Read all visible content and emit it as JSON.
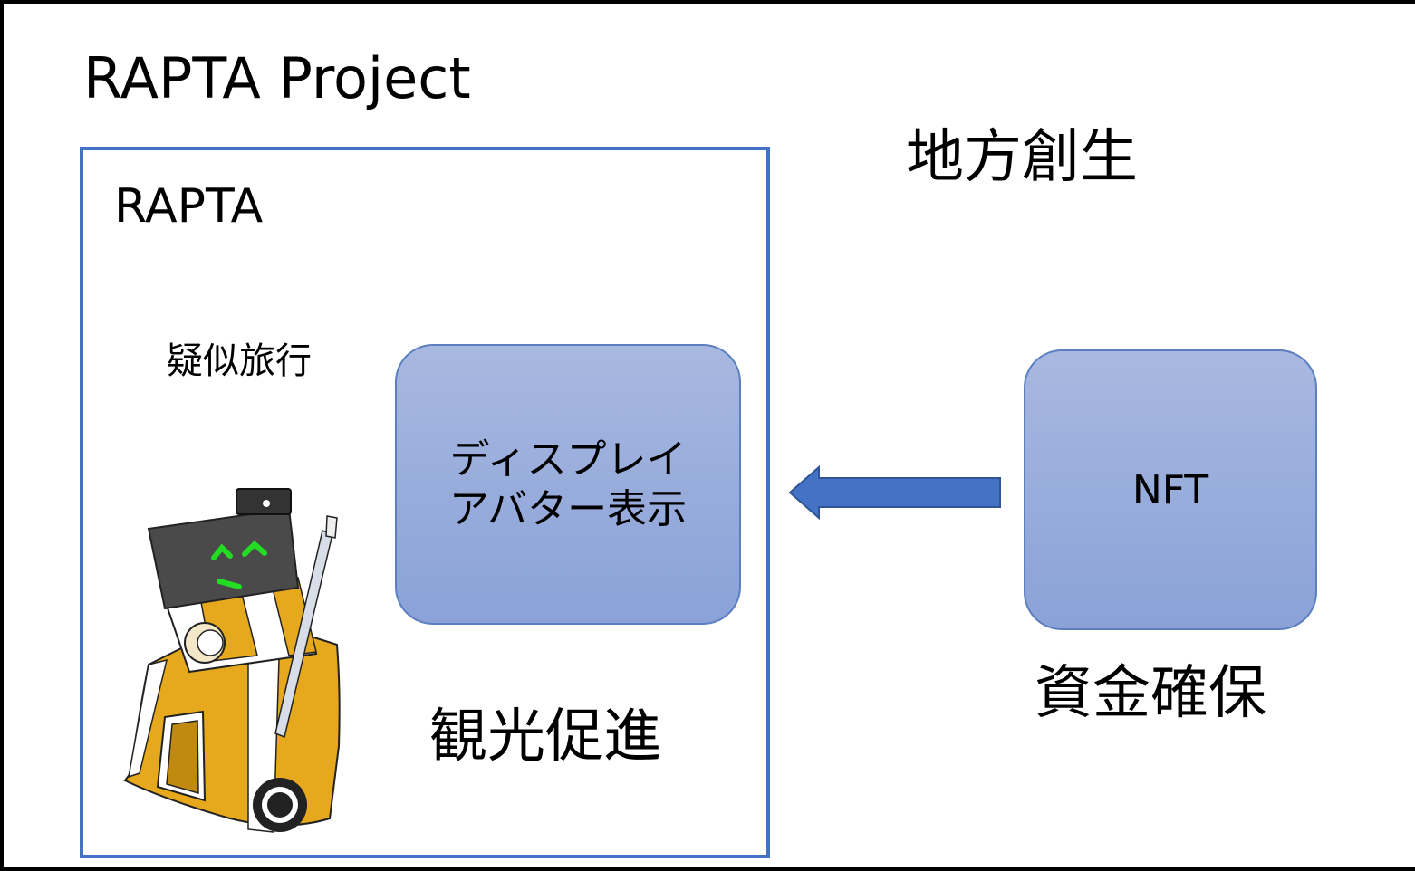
{
  "title": "RAPTA Project",
  "region_label": "地方創生",
  "rapta_box": {
    "label": "RAPTA",
    "pseudo_travel_label": "疑似旅行",
    "tourism_label": "観光促進"
  },
  "display_node": {
    "line1": "ディスプレイ",
    "line2": "アバター表示"
  },
  "nft_node": {
    "label": "NFT"
  },
  "funding_label": "資金確保",
  "colors": {
    "frame_border": "#4472c4",
    "node_fill_top": "#a8b8e0",
    "node_fill_bottom": "#8aa2d8",
    "arrow_fill": "#4472c4",
    "robot_body": "#e6a81c",
    "robot_face": "#4a4a4a",
    "robot_eyes": "#22dd22"
  },
  "icons": [
    "robot-illustration",
    "left-arrow-icon"
  ]
}
